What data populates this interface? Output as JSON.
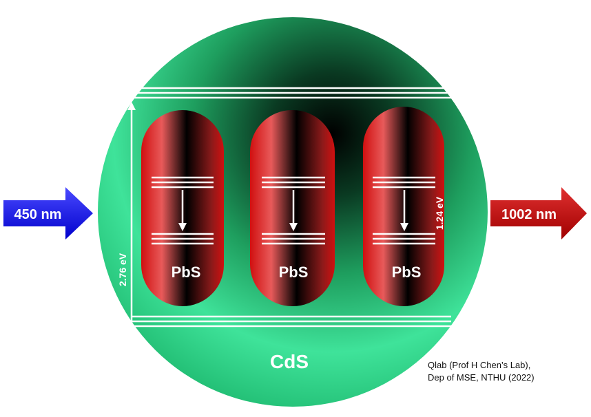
{
  "input_arrow": {
    "label": "450 nm",
    "color": "#1a1aff"
  },
  "output_arrow": {
    "label": "1002 nm",
    "color": "#cc1111"
  },
  "shell": {
    "label": "CdS",
    "color": "#1fb86a",
    "bandgap": "2.76 eV"
  },
  "cores": [
    {
      "label": "PbS"
    },
    {
      "label": "PbS"
    },
    {
      "label": "PbS",
      "bandgap": "1.24 eV"
    }
  ],
  "credit": {
    "line1": "Qlab (Prof H Chen’s Lab),",
    "line2": "Dep of MSE, NTHU (2022)"
  }
}
